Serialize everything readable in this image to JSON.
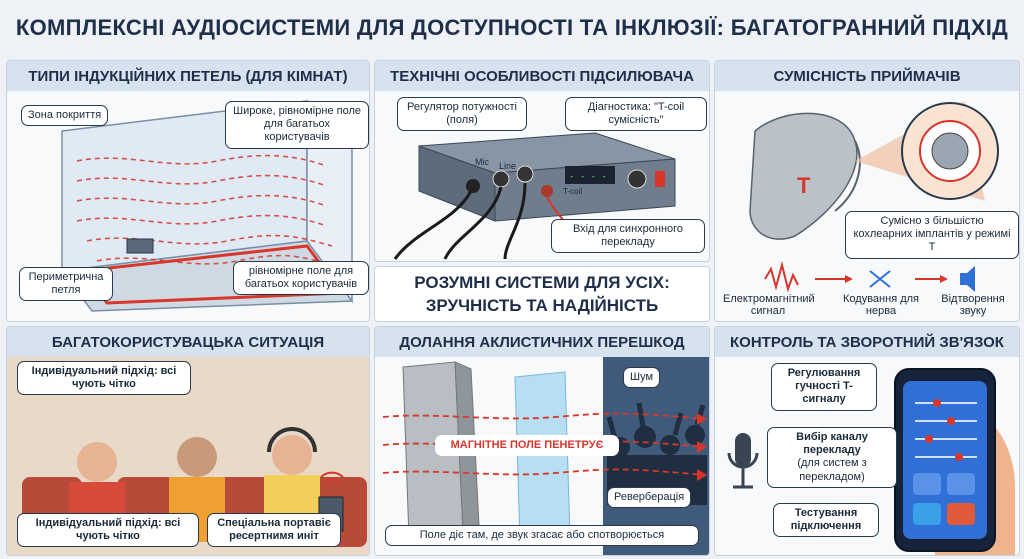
{
  "title": "КОМПЛЕКСНІ АУДІОСИСТЕМИ ДЛЯ ДОСТУПНОСТІ ТА ІНКЛЮЗІЇ: БАГАТОГРАННИЙ ПІДХІД",
  "loops": {
    "header": "ТИПИ ІНДУКЦІЙНИХ ПЕТЕЛЬ (ДЛЯ КІМНАТ)",
    "coverage": "Зона покриття",
    "wide_field": "Широке, рівномірне поле для багатьох користувачів",
    "perimeter": "Периметрична петля",
    "uniform_field": "рівномірне поле для багатьох користувачів"
  },
  "amp": {
    "header": "ТЕХНІЧНІ ОСОБЛИВОСТІ ПІДСИЛЮВАЧА",
    "power": "Регулятор потужності (поля)",
    "diag": "Діагностика: \"T-coil сумісність\"",
    "sync_input": "Вхід для синхронного перекладу",
    "mic_label": "Mic",
    "line_label": "Line",
    "tcoil_label": "T-coil"
  },
  "smart": {
    "line1": "РОЗУМНІ СИСТЕМИ ДЛЯ УСІХ:",
    "line2": "ЗРУЧНІСТЬ ТА НАДІЙНІСТЬ"
  },
  "receiver": {
    "header": "СУМІСНІСТЬ ПРИЙМАЧІВ",
    "t_letter": "T",
    "cochlear": "Сумісно з більшістю кохлеарних імплантів у режимі T",
    "step1": "Електромагнітний сигнал",
    "step2": "Кодування для нерва",
    "step3": "Відтворення звуку"
  },
  "multi": {
    "header": "БАГАТОКОРИСТУВАЦЬКА СИТУАЦІЯ",
    "individual_top": "Індивідуальний підхід: всі чують чітко",
    "individual_bottom": "Індивідуальний підхід: всі чують чітко",
    "portable": "Спеціальна портавіє ресертнимя иніт"
  },
  "obstacles": {
    "header": "ДОЛАННЯ АКЛИСТИЧНИХ ПЕРЕШКОД",
    "noise": "Шум",
    "field": "МАГНІТНЕ ПОЛЕ ПЕНЕТРУЄ",
    "reverb": "Реверберація",
    "note": "Поле діє там, де звук згасає або спотворюється"
  },
  "control": {
    "header": "КОНТРОЛЬ ТА ЗВОРОТНИЙ ЗВ'ЯЗОК",
    "volume": "Регулювання гучності T-сигналу",
    "channel_main": "Вибір каналу перекладу",
    "channel_sub": "(для систем з перекладом)",
    "test": "Тестування підключення"
  },
  "colors": {
    "accent_red": "#d8362b",
    "header_bg": "#d6e3ef",
    "phone_blue": "#2f6fd6"
  }
}
